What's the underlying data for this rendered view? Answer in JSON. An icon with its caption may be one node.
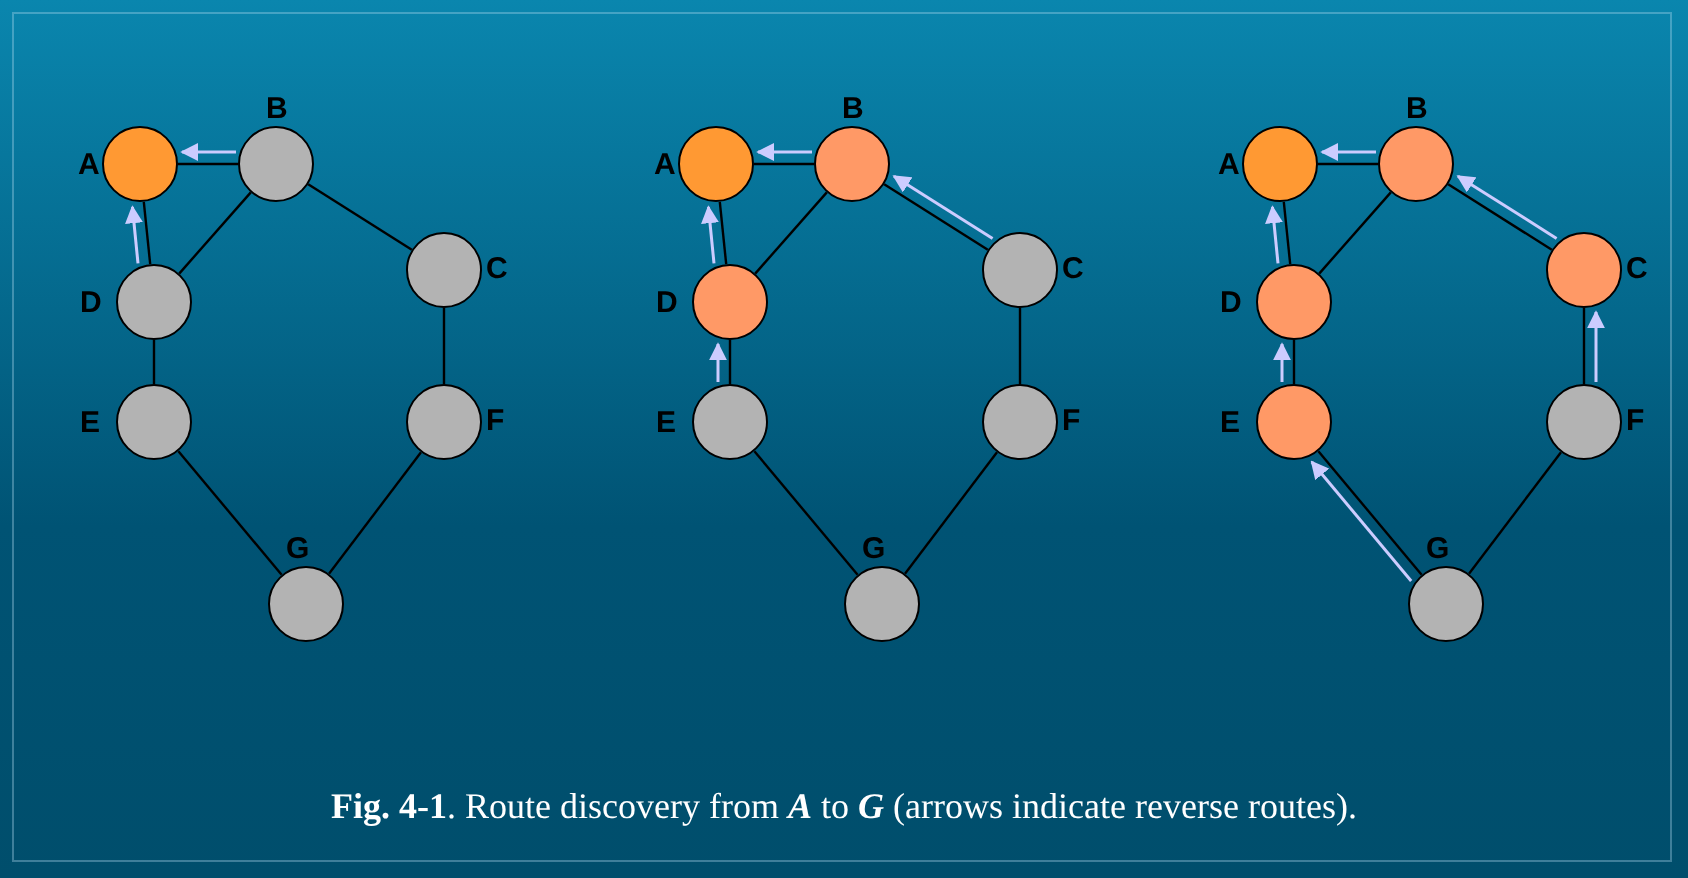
{
  "diagram": {
    "caption": "**Fig. 4-1**. Route discovery from **A** to **G** (arrows indicate reverse routes).",
    "nodes": [
      {
        "text": [
          "A"
        ]
      },
      {
        "text": [
          "B"
        ]
      },
      {
        "text": [
          "C"
        ]
      },
      {
        "text": [
          "D"
        ]
      },
      {
        "text": [
          "E"
        ]
      },
      {
        "text": [
          "F"
        ]
      },
      {
        "text": [
          "G"
        ]
      },
      {
        "text": [
          "A"
        ]
      },
      {
        "text": [
          "B"
        ]
      },
      {
        "text": [
          "C"
        ]
      },
      {
        "text": [
          "D"
        ]
      },
      {
        "text": [
          "E"
        ]
      },
      {
        "text": [
          "F"
        ]
      },
      {
        "text": [
          "G"
        ]
      },
      {
        "text": [
          "A"
        ]
      },
      {
        "text": [
          "B"
        ]
      },
      {
        "text": [
          "C"
        ]
      },
      {
        "text": [
          "D"
        ]
      },
      {
        "text": [
          "E"
        ]
      },
      {
        "text": [
          "F"
        ]
      },
      {
        "text": [
          "G"
        ]
      }
    ],
    "edges": [
      {
        "from": 0,
        "to": 1,
        "arrow": "none"
      },
      {
        "from": 0,
        "to": 3,
        "arrow": "none"
      },
      {
        "from": 1,
        "to": 3,
        "arrow": "none"
      },
      {
        "from": 1,
        "to": 2,
        "arrow": "none"
      },
      {
        "from": 3,
        "to": 4,
        "arrow": "none"
      },
      {
        "from": 2,
        "to": 5,
        "arrow": "none"
      },
      {
        "from": 4,
        "to": 6,
        "arrow": "none"
      },
      {
        "from": 5,
        "to": 6,
        "arrow": "none"
      },
      {
        "from": 1,
        "to": 0,
        "arrow": "to",
        "color": "#ccccff"
      },
      {
        "from": 3,
        "to": 0,
        "arrow": "to",
        "color": "#ccccff"
      },
      {
        "from": 7,
        "to": 8,
        "arrow": "none"
      },
      {
        "from": 7,
        "to": 10,
        "arrow": "none"
      },
      {
        "from": 8,
        "to": 10,
        "arrow": "none"
      },
      {
        "from": 8,
        "to": 9,
        "arrow": "none"
      },
      {
        "from": 10,
        "to": 11,
        "arrow": "none"
      },
      {
        "from": 9,
        "to": 12,
        "arrow": "none"
      },
      {
        "from": 11,
        "to": 13,
        "arrow": "none"
      },
      {
        "from": 12,
        "to": 13,
        "arrow": "none"
      },
      {
        "from": 8,
        "to": 7,
        "arrow": "to",
        "color": "#ccccff"
      },
      {
        "from": 10,
        "to": 7,
        "arrow": "to",
        "color": "#ccccff"
      },
      {
        "from": 9,
        "to": 8,
        "arrow": "to",
        "color": "#ccccff"
      },
      {
        "from": 11,
        "to": 10,
        "arrow": "to",
        "color": "#ccccff"
      },
      {
        "from": 14,
        "to": 15,
        "arrow": "none"
      },
      {
        "from": 14,
        "to": 17,
        "arrow": "none"
      },
      {
        "from": 15,
        "to": 17,
        "arrow": "none"
      },
      {
        "from": 15,
        "to": 16,
        "arrow": "none"
      },
      {
        "from": 17,
        "to": 18,
        "arrow": "none"
      },
      {
        "from": 16,
        "to": 19,
        "arrow": "none"
      },
      {
        "from": 18,
        "to": 20,
        "arrow": "none"
      },
      {
        "from": 19,
        "to": 20,
        "arrow": "none"
      },
      {
        "from": 15,
        "to": 14,
        "arrow": "to",
        "color": "#ccccff"
      },
      {
        "from": 17,
        "to": 14,
        "arrow": "to",
        "color": "#ccccff"
      },
      {
        "from": 16,
        "to": 15,
        "arrow": "to",
        "color": "#ccccff"
      },
      {
        "from": 18,
        "to": 17,
        "arrow": "to",
        "color": "#ccccff"
      },
      {
        "from": 19,
        "to": 16,
        "arrow": "to",
        "color": "#ccccff"
      },
      {
        "from": 20,
        "to": 18,
        "arrow": "to",
        "color": "#ccccff"
      }
    ]
  }
}
